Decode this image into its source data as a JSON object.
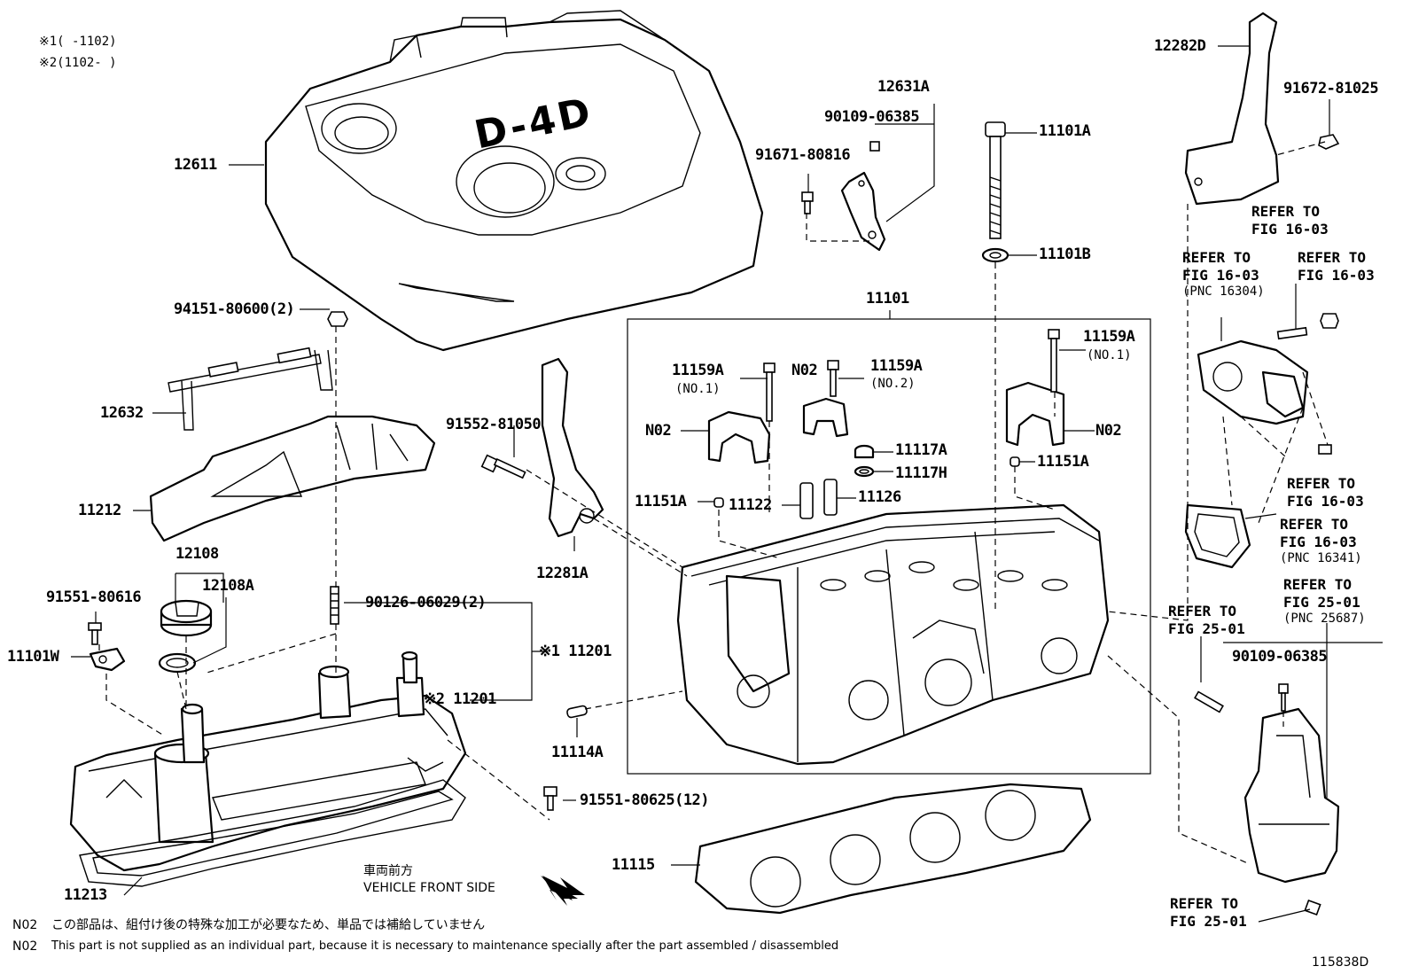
{
  "header": {
    "note1": "※1(    -1102)",
    "note2": "※2(1102-    )"
  },
  "cover_logo": "D-4D",
  "labels": {
    "p12611": "12611",
    "p94151": "94151-80600(2)",
    "p12632": "12632",
    "p11212": "11212",
    "p12108": "12108",
    "p12108A": "12108A",
    "p91551_80616": "91551-80616",
    "p11101W": "11101W",
    "p90126": "90126-06029(2)",
    "p11201a": "※1 11201",
    "p11201b": "※2 11201",
    "p11213": "11213",
    "p91551_80625": "91551-80625(12)",
    "p12631A": "12631A",
    "p90109_top": "90109-06385",
    "p91671": "91671-80816",
    "p91552": "91552-81050",
    "p12281A": "12281A",
    "p11114A": "11114A",
    "p11101A": "11101A",
    "p11101B": "11101B",
    "p11101": "11101",
    "p11159A_l": "11159A",
    "p11159A_l_sub": "(NO.1)",
    "pN02_a": "N02",
    "p11159A_m": "11159A",
    "p11159A_m_sub": "(NO.2)",
    "p11159A_r": "11159A",
    "p11159A_r_sub": "(NO.1)",
    "pN02_l": "N02",
    "pN02_r": "N02",
    "p11117A": "11117A",
    "p11117H": "11117H",
    "p11151A_l": "11151A",
    "p11151A_r": "11151A",
    "p11122": "11122",
    "p11126": "11126",
    "p11115": "11115",
    "p12282D": "12282D",
    "p91672": "91672-81025",
    "p90109_bot": "90109-06385"
  },
  "refs": {
    "r1": [
      "REFER TO",
      "FIG 16-03"
    ],
    "r2": [
      "REFER TO",
      "FIG 16-03",
      "(PNC 16304)"
    ],
    "r3": [
      "REFER TO",
      "FIG 16-03"
    ],
    "r4": [
      "REFER TO",
      "FIG 16-03"
    ],
    "r5": [
      "REFER TO",
      "FIG 16-03",
      "(PNC 16341)"
    ],
    "r6": [
      "REFER TO",
      "FIG 25-01",
      "(PNC 25687)"
    ],
    "r7": [
      "REFER TO",
      "FIG 25-01"
    ],
    "r8": [
      "REFER TO",
      "FIG 25-01"
    ]
  },
  "front_side": {
    "jp": "車両前方",
    "en": "VEHICLE FRONT SIDE"
  },
  "footer": {
    "n02_jp_code": "N02",
    "n02_jp": "この部品は、組付け後の特殊な加工が必要なため、単品では補給していません",
    "n02_en_code": "N02",
    "n02_en": "This part is not supplied as an individual part, because it is necessary to maintenance specially after the part assembled / disassembled",
    "fig_id": "115838D"
  }
}
